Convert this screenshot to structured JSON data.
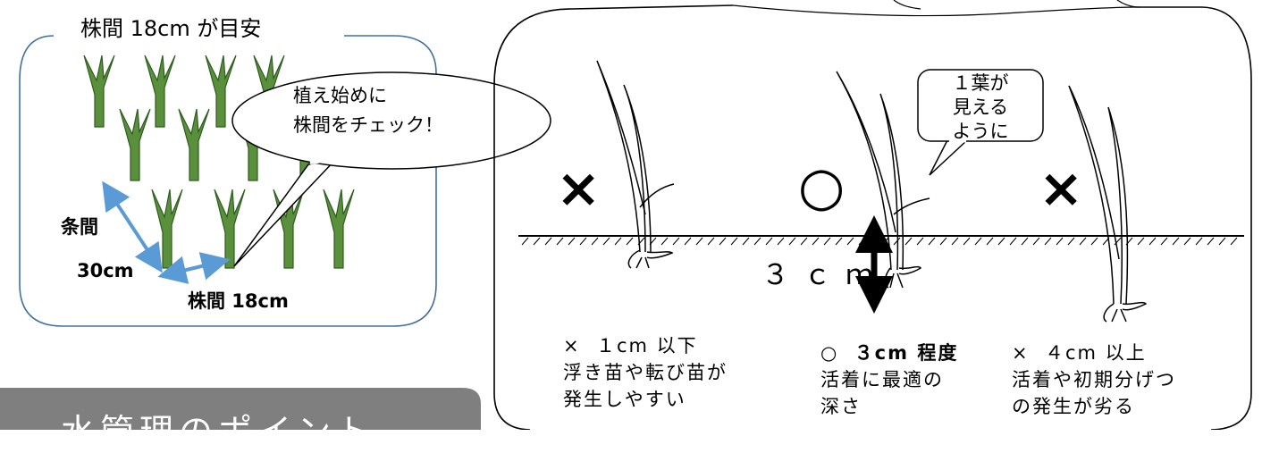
{
  "planting_spacing": {
    "title": "株間 18cm が目安",
    "row_spacing_label": "条間",
    "row_spacing_value": "30cm",
    "hill_spacing_label": "株間 18cm",
    "callout_line1": "植え始めに",
    "callout_line2": "株間をチェック！"
  },
  "planting_depth": {
    "leaf_note": [
      "１葉が",
      "見える",
      "ように"
    ],
    "marks": {
      "too_shallow": "×",
      "correct": "○",
      "too_deep": "×"
    },
    "depth_measure": "３ｃｍ",
    "captions": {
      "shallow": {
        "line1_mark": "×",
        "line1": "１cm 以下",
        "line2": "浮き苗や転び苗が",
        "line3": "発生しやすい"
      },
      "correct": {
        "line1_mark": "○",
        "line1": "３cm 程度",
        "line2": "活着に最適の",
        "line3": "深さ"
      },
      "deep": {
        "line1_mark": "×",
        "line1": "４cm 以上",
        "line2": "活着や初期分げつ",
        "line3": "の発生が劣る"
      }
    }
  },
  "banner": {
    "text": "水管理のポイント"
  },
  "colors": {
    "seedling_fill": "#5a8f3c",
    "seedling_stroke": "#2e5d20",
    "arrow": "#5b9bd5",
    "box_border": "#41719c",
    "banner_bg": "#7f7f7f"
  }
}
